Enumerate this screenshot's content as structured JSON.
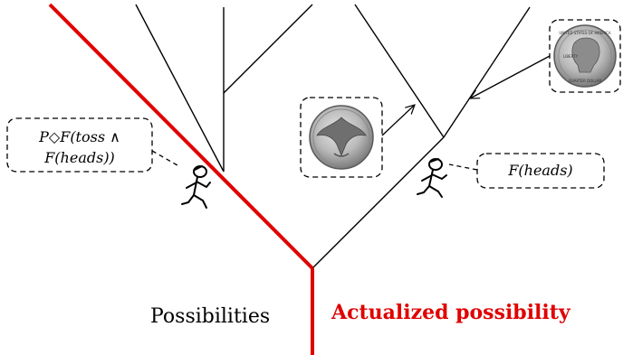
{
  "labels": {
    "possibilities": "Possibilities",
    "actualized": "Actualized possibility"
  },
  "formula_boxes": {
    "left_line1": "P◇F(toss ∧",
    "left_line2": "F(heads))",
    "right": "F(heads)"
  },
  "coin_inscriptions": {
    "top": "UNITED STATES OF AMERICA",
    "liberty": "LIBERTY",
    "bottom": "QUARTER DOLLAR"
  },
  "colors": {
    "actual_branch": "#e00000",
    "lines": "#000000",
    "coin": "#b9b9b9"
  },
  "icons": [
    "person-running-icon",
    "coin-reverse-icon",
    "coin-obverse-icon"
  ]
}
